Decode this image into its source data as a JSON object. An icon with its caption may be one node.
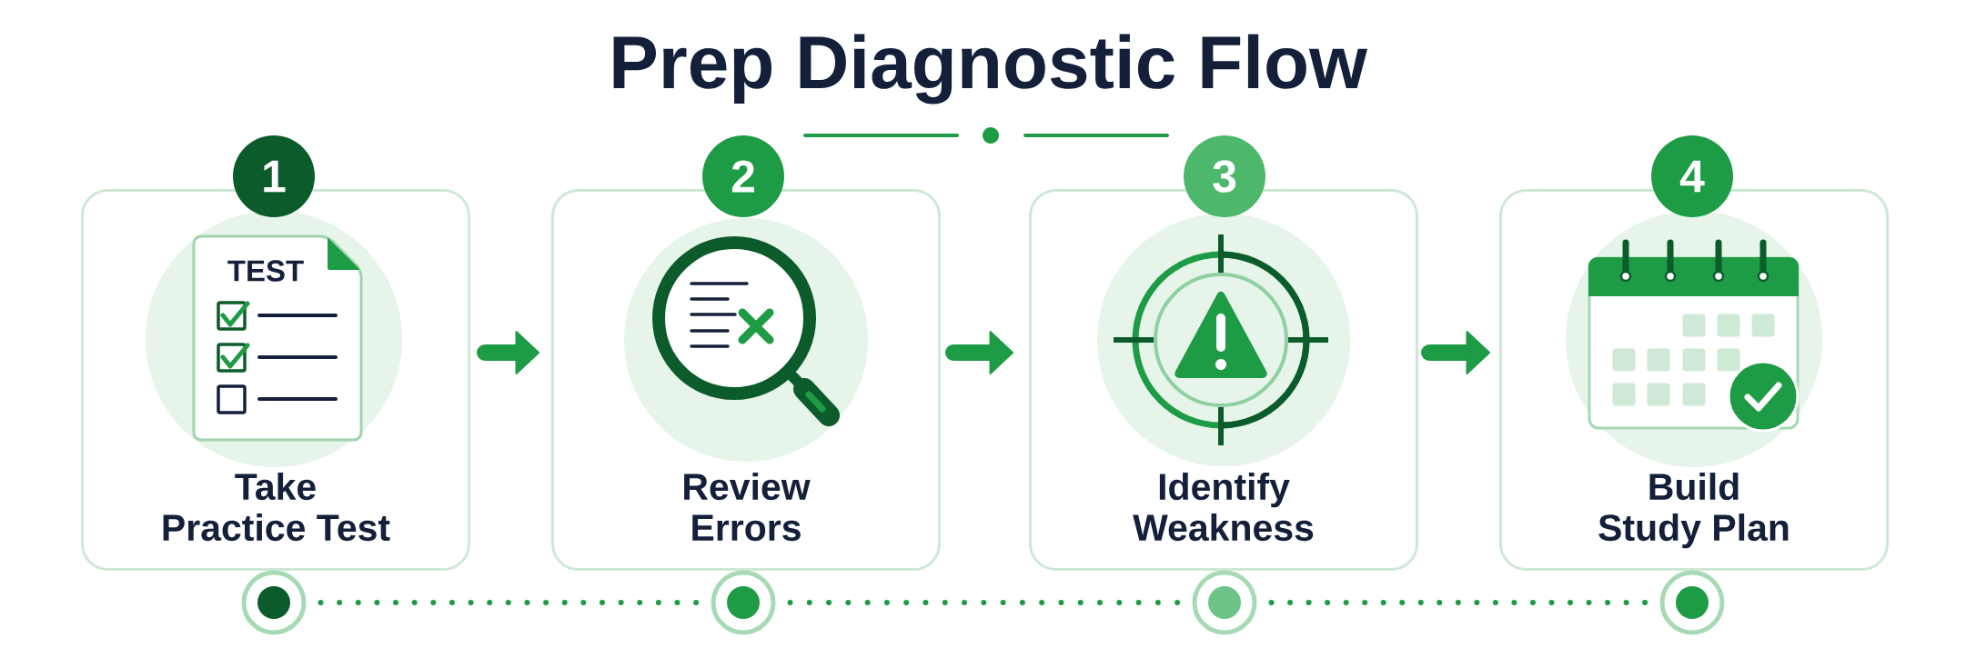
{
  "diagram": {
    "title": "Prep Diagnostic Flow",
    "nodes": [
      {
        "text": [
          "1"
        ]
      },
      {
        "text": [
          "Take Practice Test"
        ]
      },
      {
        "text": [
          "2"
        ]
      },
      {
        "text": [
          "Review Errors"
        ]
      },
      {
        "text": [
          "3"
        ]
      },
      {
        "text": [
          "Identify Weakness"
        ]
      },
      {
        "text": [
          "4"
        ]
      },
      {
        "text": [
          "Build Study Plan"
        ]
      },
      {
        "text": [],
        "shape": "circle"
      },
      {
        "text": [],
        "shape": "circle"
      },
      {
        "text": [],
        "shape": "circle"
      },
      {
        "text": [],
        "shape": "circle"
      }
    ],
    "edges": [
      {
        "from": 1,
        "to": 3,
        "arrow": "to",
        "style": "thick"
      },
      {
        "from": 3,
        "to": 5,
        "arrow": "to",
        "style": "thick"
      },
      {
        "from": 5,
        "to": 7,
        "arrow": "to",
        "style": "thick"
      },
      {
        "from": 8,
        "to": 9,
        "arrow": "none",
        "style": "dashed"
      },
      {
        "from": 9,
        "to": 10,
        "arrow": "none",
        "style": "dashed"
      },
      {
        "from": 10,
        "to": 11,
        "arrow": "none",
        "style": "dashed"
      }
    ],
    "labels": [
      "TEST"
    ]
  }
}
